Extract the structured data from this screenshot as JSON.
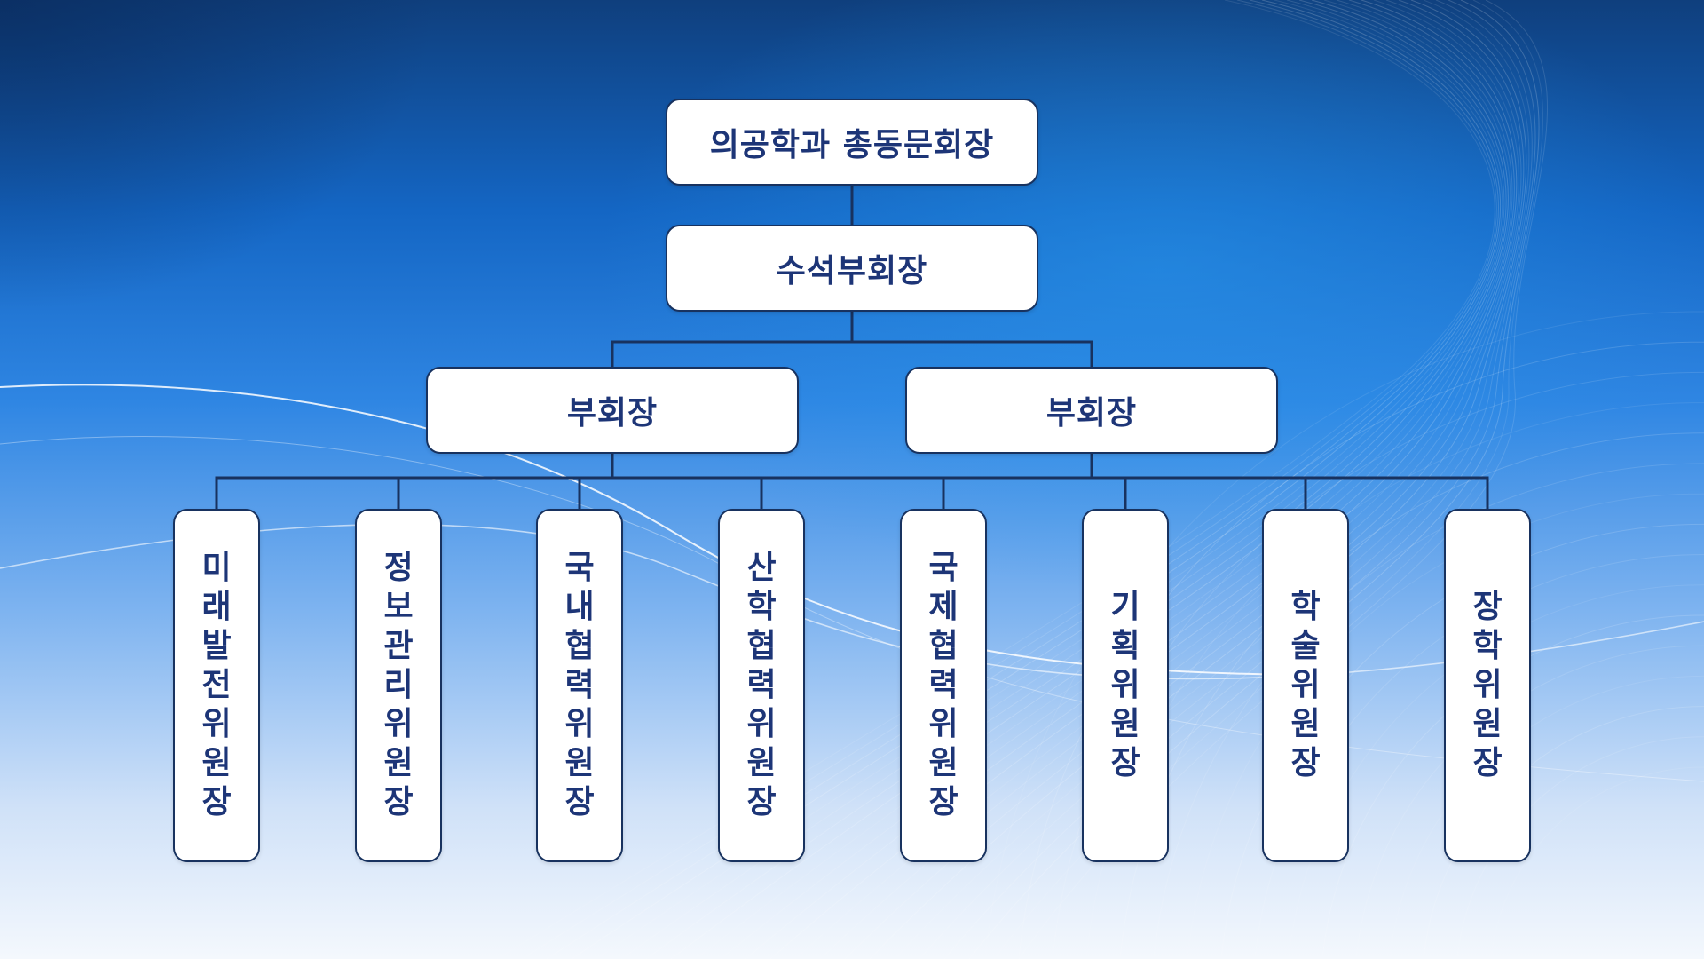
{
  "org_chart": {
    "chair": "의공학과 총동문회장",
    "senior_vice": "수석부회장",
    "vice_presidents": [
      "부회장",
      "부회장"
    ],
    "committee_chairs": [
      "미래발전위원장",
      "정보관리위원장",
      "국내협력위원장",
      "산학협력위원장",
      "국제협력위원장",
      "기획위원장",
      "학술위원장",
      "장학위원장"
    ]
  },
  "colors": {
    "box_fill": "#ffffff",
    "box_border": "#18325f",
    "text": "#1d3577",
    "connector": "#18325f",
    "background_dark": "#0f3f7d",
    "background_light": "#f4f8fd"
  }
}
